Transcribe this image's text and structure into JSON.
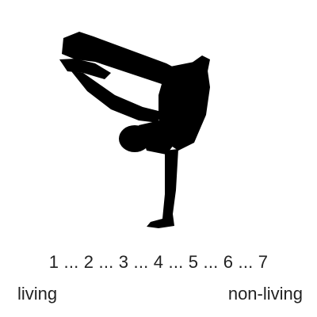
{
  "stimulus": {
    "image_icon": "breakdancer-silhouette-icon",
    "fill_color": "#000000"
  },
  "rating_scale": {
    "points": [
      "1",
      "2",
      "3",
      "4",
      "5",
      "6",
      "7"
    ],
    "separator": " ... ",
    "left_anchor": "living",
    "right_anchor": "non-living"
  },
  "colors": {
    "background": "#ffffff",
    "text": "#222222"
  }
}
